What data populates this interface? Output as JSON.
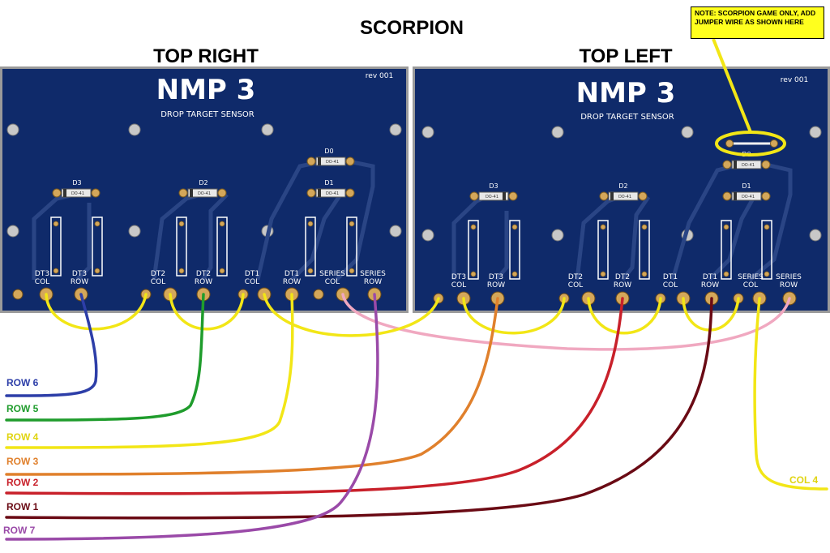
{
  "title": "SCORPION",
  "boards": [
    {
      "heading": "TOP RIGHT",
      "brand": "NMP 3",
      "subtitle": "DROP TARGET SENSOR",
      "rev": "rev 001",
      "diodes": [
        "D3",
        "D2",
        "D1",
        "D0"
      ],
      "diode_part": "DO-41",
      "pins": [
        "DT3\nCOL",
        "DT3\nROW",
        "DT2\nCOL",
        "DT2\nROW",
        "DT1\nCOL",
        "DT1\nROW",
        "SERIES\nCOL",
        "SERIES\nROW"
      ]
    },
    {
      "heading": "TOP LEFT",
      "brand": "NMP 3",
      "subtitle": "DROP TARGET SENSOR",
      "rev": "rev 001",
      "diodes": [
        "D3",
        "D2",
        "D1",
        "D0"
      ],
      "diode_part": "DO-41",
      "pins": [
        "DT3\nCOL",
        "DT3\nROW",
        "DT2\nCOL",
        "DT2\nROW",
        "DT1\nCOL",
        "DT1\nROW",
        "SERIES\nCOL",
        "SERIES\nROW"
      ]
    }
  ],
  "note": "NOTE: SCORPION GAME ONLY, ADD JUMPER WIRE AS SHOWN HERE",
  "wire_labels": [
    {
      "label": "ROW 6",
      "color": "#2d3ea8"
    },
    {
      "label": "ROW 5",
      "color": "#1f9c2c"
    },
    {
      "label": "ROW 4",
      "color": "#f2e616"
    },
    {
      "label": "ROW 3",
      "color": "#e0802c"
    },
    {
      "label": "ROW 2",
      "color": "#c8202a"
    },
    {
      "label": "ROW 1",
      "color": "#6a0a14"
    },
    {
      "label": "ROW 7",
      "color": "#9a4aa8"
    },
    {
      "label": "COL 4",
      "color": "#f2e616"
    }
  ],
  "colors": {
    "board": "#0f2a6a",
    "board_edge": "#8a8a8a",
    "pad": "#d4a75a",
    "pink": "#f0a8c0",
    "yellow": "#f2e616",
    "highlight": "#f2e616"
  }
}
